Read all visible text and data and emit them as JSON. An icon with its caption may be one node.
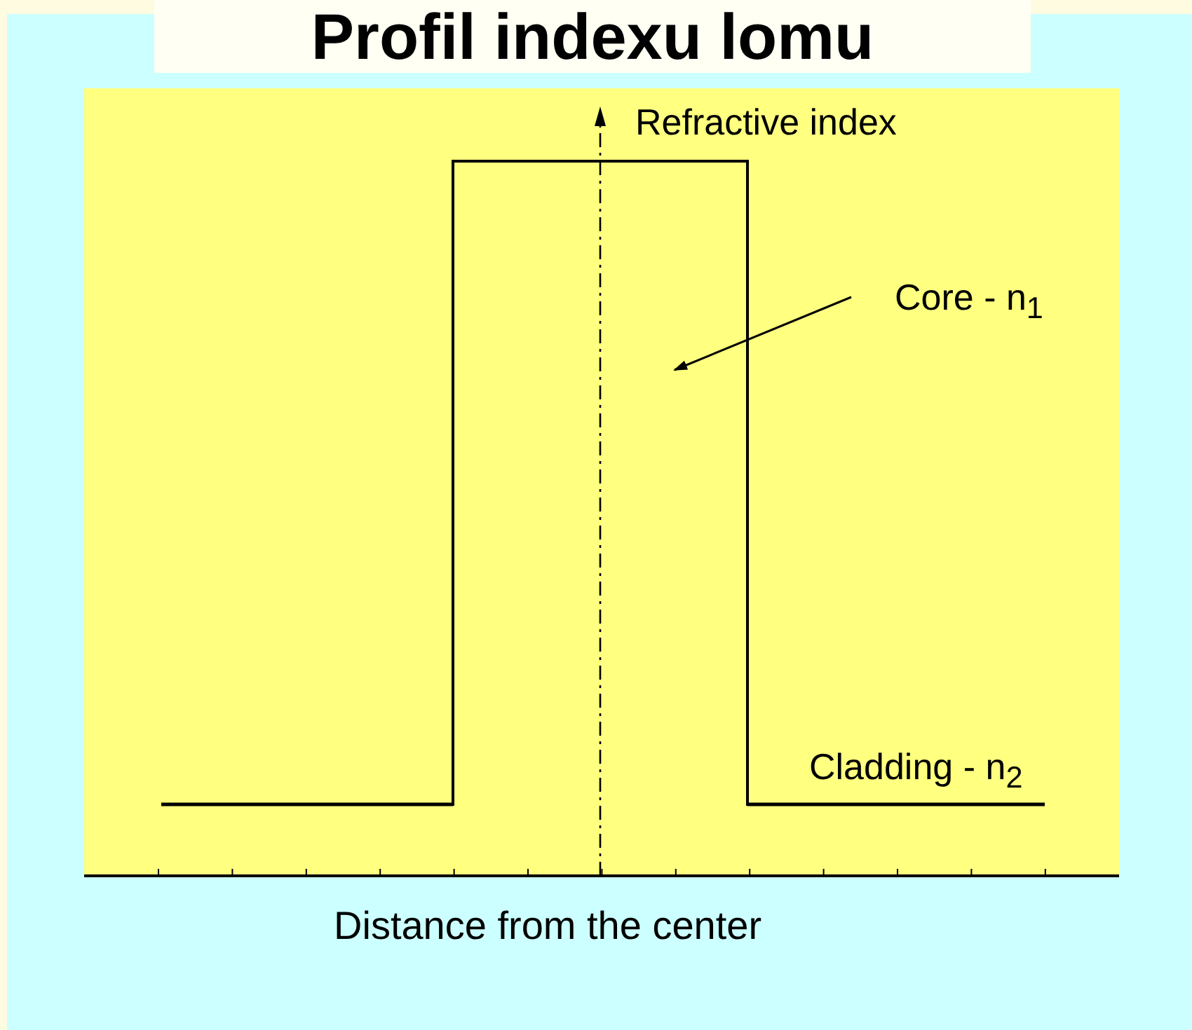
{
  "diagram": {
    "title": "Profil indexu lomu",
    "nodes": [
      {
        "text": [
          "Core - n$_{1}$"
        ]
      },
      {
        "text": [],
        "shape": "box"
      }
    ],
    "edges": [
      {
        "from": 0,
        "to": 1,
        "arrow": "to"
      }
    ],
    "labels": [
      "Refractive index",
      "Cladding - n$_{2}$",
      "Distance from the center"
    ]
  }
}
